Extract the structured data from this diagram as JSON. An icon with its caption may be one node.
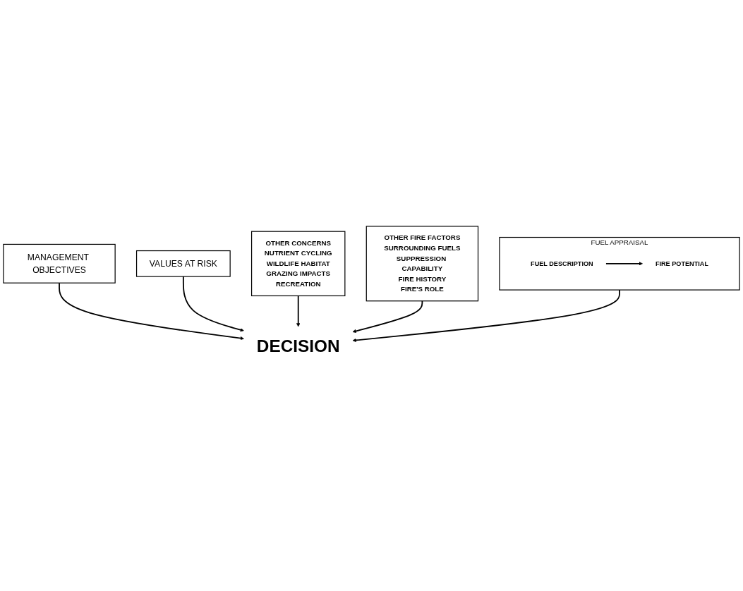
{
  "diagram": {
    "nodes": [
      {
        "text": [
          "FUEL APPRAISAL"
        ]
      },
      {
        "text": [
          "FUEL DESCRIPTION"
        ],
        "in": 0
      },
      {
        "text": [
          "FIRE POTENTIAL"
        ],
        "in": 0
      },
      {
        "text": [
          "MANAGEMENT OBJECTIVES"
        ]
      },
      {
        "text": [
          "DECISION"
        ]
      },
      {
        "text": [
          "VALUES AT RISK"
        ]
      },
      {
        "text": [
          "OTHER CONCERNS",
          "NUTRIENT CYCLING",
          "WILDLIFE HABITAT",
          "GRAZING IMPACTS",
          "RECREATION"
        ]
      },
      {
        "text": [
          "OTHER FIRE FACTORS",
          "SURROUNDING FUELS",
          "SUPPRESSION CAPABILITY",
          "FIRE HISTORY",
          "FIRE'S ROLE"
        ]
      }
    ],
    "edges": [
      {
        "from": 1,
        "to": 2,
        "arrow": "to"
      },
      {
        "from": 0,
        "to": 4,
        "arrow": "to"
      },
      {
        "from": 3,
        "to": 4,
        "arrow": "to"
      },
      {
        "from": 5,
        "to": 4,
        "arrow": "to"
      },
      {
        "from": 6,
        "to": 4,
        "arrow": "to"
      },
      {
        "from": 7,
        "to": 4,
        "arrow": "to"
      }
    ]
  }
}
